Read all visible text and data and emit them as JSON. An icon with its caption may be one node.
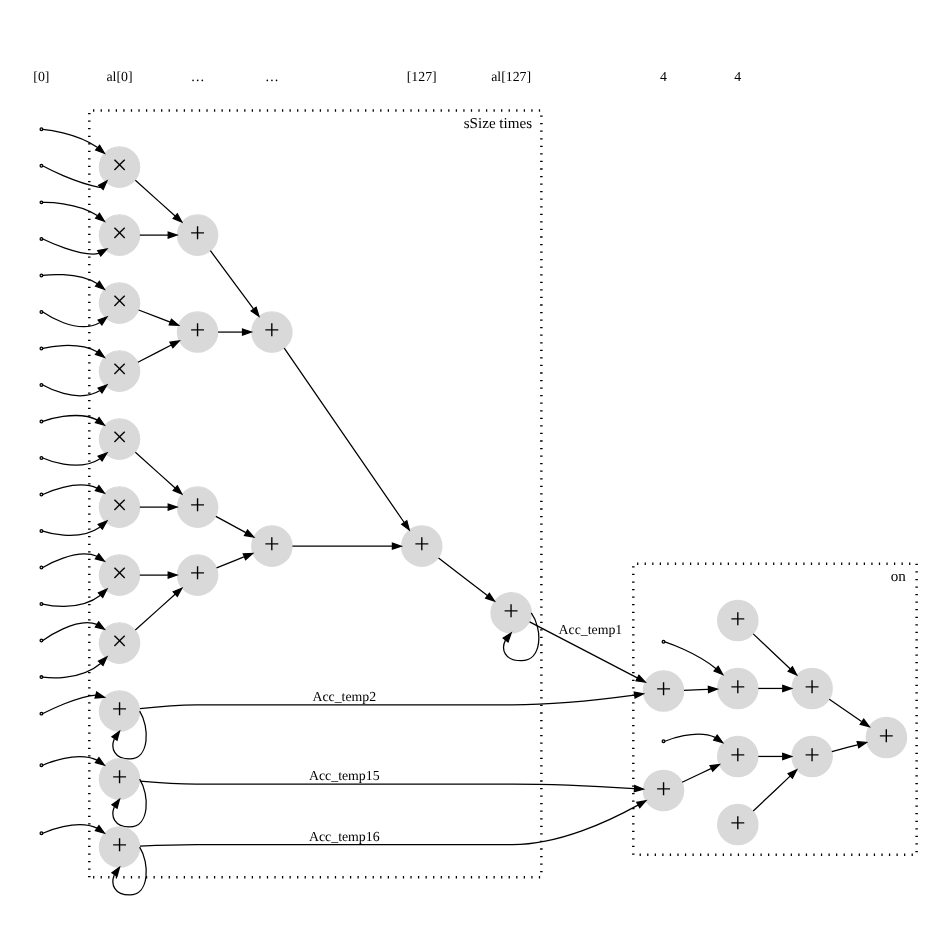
{
  "diagram": {
    "nodes": [
      {
        "text": [
          "sSize times"
        ]
      },
      {
        "text": [
          "on"
        ]
      },
      {
        "text": [
          "×"
        ],
        "in": 0
      },
      {
        "text": [
          "×"
        ],
        "in": 0
      },
      {
        "text": [
          "×"
        ],
        "in": 0
      },
      {
        "text": [
          "×"
        ],
        "in": 0
      },
      {
        "text": [
          "×"
        ],
        "in": 0
      },
      {
        "text": [
          "×"
        ],
        "in": 0
      },
      {
        "text": [
          "×"
        ],
        "in": 0
      },
      {
        "text": [
          "×"
        ],
        "in": 0
      },
      {
        "text": [
          "+"
        ],
        "in": 0
      },
      {
        "text": [
          "+"
        ],
        "in": 0
      },
      {
        "text": [
          "+"
        ],
        "in": 0
      },
      {
        "text": [
          "+"
        ],
        "in": 0
      },
      {
        "text": [
          "+"
        ],
        "in": 0
      },
      {
        "text": [
          "+"
        ],
        "in": 0
      },
      {
        "text": [
          "+"
        ],
        "in": 0
      },
      {
        "text": [
          "+"
        ],
        "in": 0
      },
      {
        "text": [
          "+"
        ],
        "in": 0
      },
      {
        "text": [
          "+"
        ],
        "in": 0
      },
      {
        "text": [
          "+"
        ],
        "in": 0
      },
      {
        "text": [
          "+"
        ],
        "in": 1
      },
      {
        "text": [
          "+"
        ],
        "in": 1
      },
      {
        "text": [
          "+"
        ],
        "in": 1
      },
      {
        "text": [
          "+"
        ],
        "in": 1
      },
      {
        "text": [
          "+"
        ],
        "in": 1
      },
      {
        "text": [
          "+"
        ],
        "in": 1
      },
      {
        "text": [
          "+"
        ],
        "in": 1
      },
      {
        "text": [
          "+"
        ],
        "in": 1
      },
      {
        "text": [
          "+"
        ],
        "in": 1
      }
    ],
    "edges": [
      {
        "from": null,
        "to": 2,
        "arrow": "to"
      },
      {
        "from": null,
        "to": 2,
        "arrow": "to"
      },
      {
        "from": null,
        "to": 3,
        "arrow": "to"
      },
      {
        "from": null,
        "to": 3,
        "arrow": "to"
      },
      {
        "from": null,
        "to": 4,
        "arrow": "to"
      },
      {
        "from": null,
        "to": 4,
        "arrow": "to"
      },
      {
        "from": null,
        "to": 5,
        "arrow": "to"
      },
      {
        "from": null,
        "to": 5,
        "arrow": "to"
      },
      {
        "from": null,
        "to": 6,
        "arrow": "to"
      },
      {
        "from": null,
        "to": 6,
        "arrow": "to"
      },
      {
        "from": null,
        "to": 7,
        "arrow": "to"
      },
      {
        "from": null,
        "to": 7,
        "arrow": "to"
      },
      {
        "from": null,
        "to": 8,
        "arrow": "to"
      },
      {
        "from": null,
        "to": 8,
        "arrow": "to"
      },
      {
        "from": null,
        "to": 9,
        "arrow": "to"
      },
      {
        "from": null,
        "to": 9,
        "arrow": "to"
      },
      {
        "from": 2,
        "to": 10,
        "arrow": "to"
      },
      {
        "from": 3,
        "to": 10,
        "arrow": "to"
      },
      {
        "from": 4,
        "to": 11,
        "arrow": "to"
      },
      {
        "from": 5,
        "to": 11,
        "arrow": "to"
      },
      {
        "from": 6,
        "to": 12,
        "arrow": "to"
      },
      {
        "from": 7,
        "to": 12,
        "arrow": "to"
      },
      {
        "from": 8,
        "to": 13,
        "arrow": "to"
      },
      {
        "from": 9,
        "to": 13,
        "arrow": "to"
      },
      {
        "from": 10,
        "to": 14,
        "arrow": "to"
      },
      {
        "from": 11,
        "to": 14,
        "arrow": "to"
      },
      {
        "from": 12,
        "to": 15,
        "arrow": "to"
      },
      {
        "from": 13,
        "to": 15,
        "arrow": "to"
      },
      {
        "from": 14,
        "to": 16,
        "arrow": "to"
      },
      {
        "from": 15,
        "to": 16,
        "arrow": "to"
      },
      {
        "from": 16,
        "to": 17,
        "arrow": "to"
      },
      {
        "from": 17,
        "to": 17,
        "arrow": "to"
      },
      {
        "from": null,
        "to": 18,
        "arrow": "to"
      },
      {
        "from": 18,
        "to": 18,
        "arrow": "to"
      },
      {
        "from": null,
        "to": 19,
        "arrow": "to"
      },
      {
        "from": 19,
        "to": 19,
        "arrow": "to"
      },
      {
        "from": null,
        "to": 20,
        "arrow": "to"
      },
      {
        "from": 20,
        "to": 20,
        "arrow": "to"
      },
      {
        "from": 17,
        "to": 21,
        "arrow": "to",
        "label": "Acc_temp1"
      },
      {
        "from": 18,
        "to": 21,
        "arrow": "to",
        "label": "Acc_temp2"
      },
      {
        "from": 19,
        "to": 28,
        "arrow": "to",
        "label": "Acc_temp15"
      },
      {
        "from": 20,
        "to": 28,
        "arrow": "to",
        "label": "Acc_temp16"
      },
      {
        "from": 21,
        "to": 22,
        "arrow": "to"
      },
      {
        "from": null,
        "to": 22,
        "arrow": "to"
      },
      {
        "from": 22,
        "to": 23,
        "arrow": "to"
      },
      {
        "from": 24,
        "to": 23,
        "arrow": "to"
      },
      {
        "from": 25,
        "to": 26,
        "arrow": "to"
      },
      {
        "from": 28,
        "to": 27,
        "arrow": "to"
      },
      {
        "from": null,
        "to": 27,
        "arrow": "to"
      },
      {
        "from": 27,
        "to": 26,
        "arrow": "to"
      },
      {
        "from": 23,
        "to": 29,
        "arrow": "to"
      },
      {
        "from": 26,
        "to": 29,
        "arrow": "to"
      }
    ],
    "labels": [
      "[0]",
      "al[0]",
      "…",
      "…",
      "[127]",
      "al[127]",
      "4",
      "4"
    ]
  }
}
